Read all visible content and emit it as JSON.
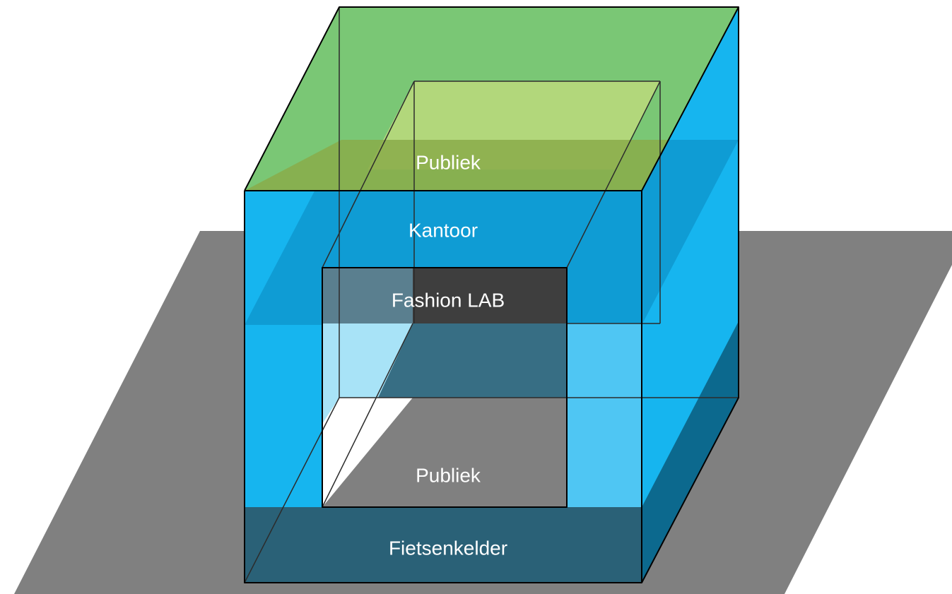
{
  "zones": {
    "top_public": {
      "label": "Publiek"
    },
    "office": {
      "label": "Kantoor"
    },
    "fashion_lab": {
      "label": "Fashion LAB"
    },
    "ground_public": {
      "label": "Publiek"
    },
    "bike_cellar": {
      "label": "Fietsenkelder"
    }
  },
  "colors": {
    "ground": "#808080",
    "glass": "#16b5ef",
    "glass_dark": "#0a5c7c",
    "roof_green": "#7ac775",
    "roof_inner": "#b2d77b",
    "lab": "#3e3e3e",
    "cellar": "#2a6177"
  }
}
